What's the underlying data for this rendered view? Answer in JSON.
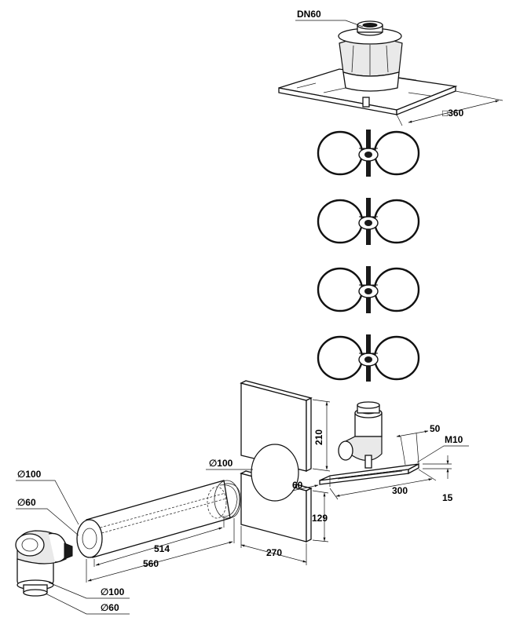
{
  "labels": {
    "roof_flange": "DN60",
    "flange_size": "□360",
    "plate_height": "210",
    "plate_height_lower": "129",
    "plate_width": "270",
    "pipe_outer_top": "∅100",
    "rail_hole": "50",
    "rail_thread": "M10",
    "rail_offset": "60",
    "rail_length": "300",
    "rail_height": "15",
    "elbow_outer_top": "∅100",
    "elbow_inner_top": "∅60",
    "pipe_inner_length": "514",
    "pipe_length": "560",
    "elbow_outer_bottom": "∅100",
    "elbow_inner_bottom": "∅60"
  },
  "clamps": {
    "count": 4
  }
}
